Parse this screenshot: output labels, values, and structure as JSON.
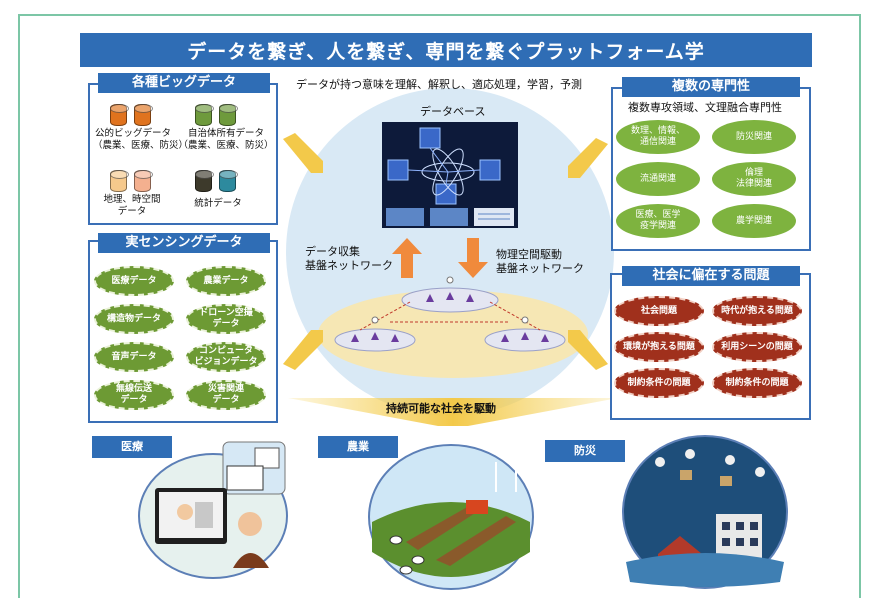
{
  "banner": {
    "title": "データを繋ぎ、人を繋ぎ、専門を繋ぐプラットフォーム学"
  },
  "bigdata": {
    "title": "各種ビッグデータ",
    "items": [
      {
        "label": "公的ビッグデータ\n（農業、医療、防災）",
        "colors": [
          "#e0731e",
          "#e0731e"
        ]
      },
      {
        "label": "自治体所有データ\n（農業、医療、防災）",
        "colors": [
          "#6e9a3c",
          "#6e9a3c"
        ]
      },
      {
        "label": "地理、時空間\nデータ",
        "colors": [
          "#f6c98c",
          "#f4b08f"
        ]
      },
      {
        "label": "統計データ",
        "colors": [
          "#3d3a2b",
          "#2d8a9e"
        ]
      }
    ]
  },
  "sensing": {
    "title": "実センシングデータ",
    "items": [
      "医療データ",
      "農業データ",
      "構造物データ",
      "ドローン空撮\nデータ",
      "音声データ",
      "コンピュータ\nビジョンデータ",
      "無線伝送\nデータ",
      "災害関連\nデータ"
    ]
  },
  "center": {
    "top_text": "データが持つ意味を理解、解釈し、適応処理，学習，予測",
    "database_label": "データベース",
    "left_label": "データ収集\n基盤ネットワーク",
    "right_label": "物理空間駆動\n基盤ネットワーク",
    "bottom_label": "持続可能な社会を駆動"
  },
  "expert": {
    "title": "複数の専門性",
    "subtitle": "複数専攻領域、文理融合専門性",
    "items": [
      "数理、情報、\n通信関連",
      "防災関連",
      "流通関連",
      "倫理\n法律関連",
      "医療、医学\n疫学関連",
      "農学関連"
    ]
  },
  "social": {
    "title": "社会に偏在する問題",
    "items": [
      "社会問題",
      "時代が抱える問題",
      "環境が抱える問題",
      "利用シーンの問題",
      "制約条件の問題",
      "制約条件の問題"
    ]
  },
  "domains": {
    "medical": "医療",
    "agri": "農業",
    "disaster": "防災"
  },
  "colors": {
    "accent_blue": "#2f6db5",
    "frame_green": "#7cc6a6",
    "arrow_orange": "#f08a3c",
    "arrow_yellow": "#f3c94a"
  }
}
